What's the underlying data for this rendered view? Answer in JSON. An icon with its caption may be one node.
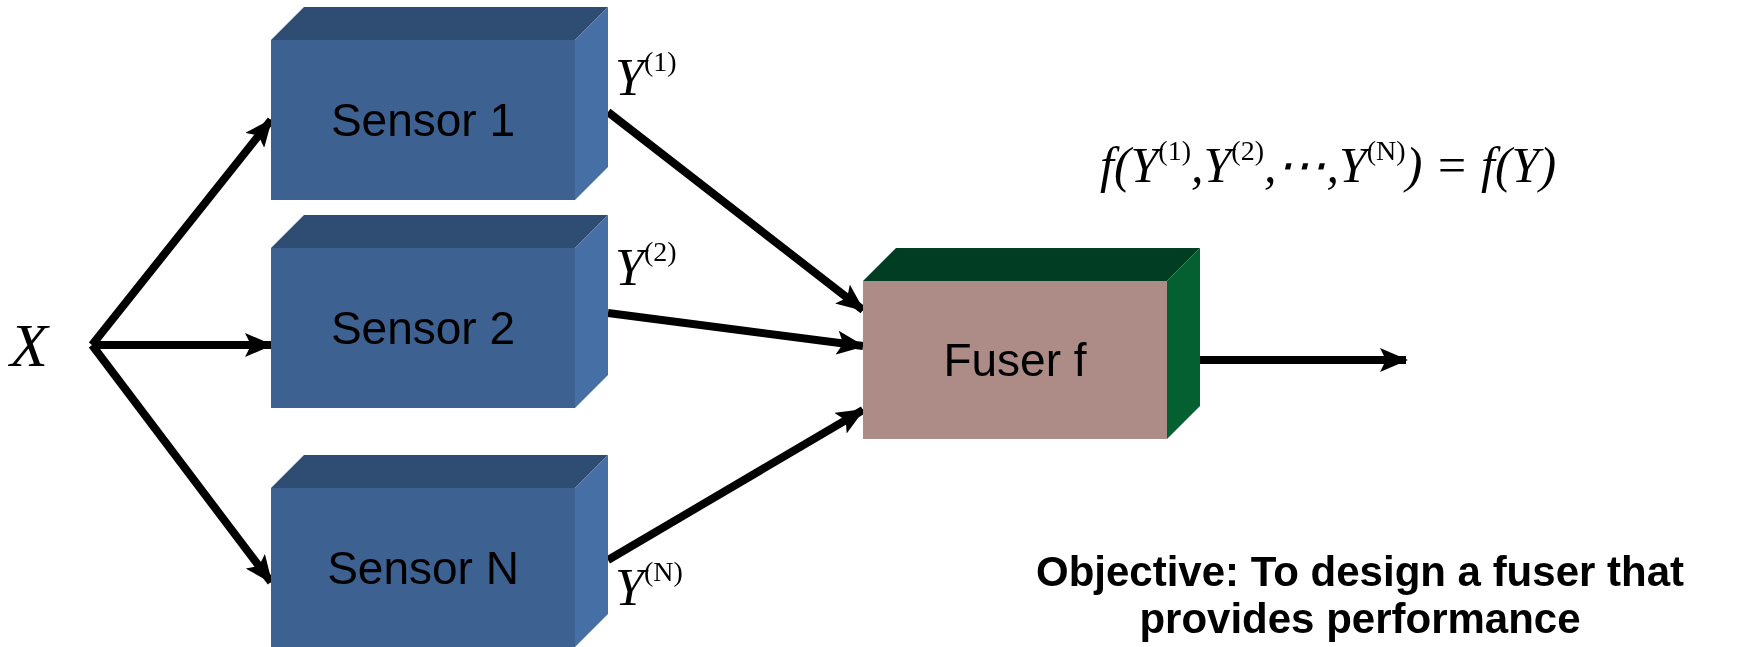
{
  "diagram": {
    "nodes": [
      {
        "text": [
          "X"
        ]
      },
      {
        "text": [
          "Sensor 1"
        ],
        "beside": [
          "Y$^{(1)}$"
        ]
      },
      {
        "text": [
          "Sensor 2"
        ],
        "beside": [
          "Y$^{(2)}$"
        ]
      },
      {
        "text": [
          "Sensor N"
        ],
        "beside": [
          "Y$^{(N)}$"
        ]
      },
      {
        "text": [
          "Fuser f"
        ]
      }
    ],
    "edges": [
      {
        "from": 0,
        "to": 1,
        "arrow": "to"
      },
      {
        "from": 0,
        "to": 2,
        "arrow": "to"
      },
      {
        "from": 0,
        "to": 3,
        "arrow": "to"
      },
      {
        "from": 1,
        "to": 4,
        "arrow": "to"
      },
      {
        "from": 2,
        "to": 4,
        "arrow": "to"
      },
      {
        "from": 3,
        "to": 4,
        "arrow": "to"
      },
      {
        "from": 4,
        "to": null,
        "arrow": "to"
      }
    ],
    "labels": [
      "f(Y$^{(1)}$,Y$^{(2)}$,⋯,Y$^{(N)}$) = f(Y)",
      "Objective: To design a fuser that provides performance"
    ]
  }
}
